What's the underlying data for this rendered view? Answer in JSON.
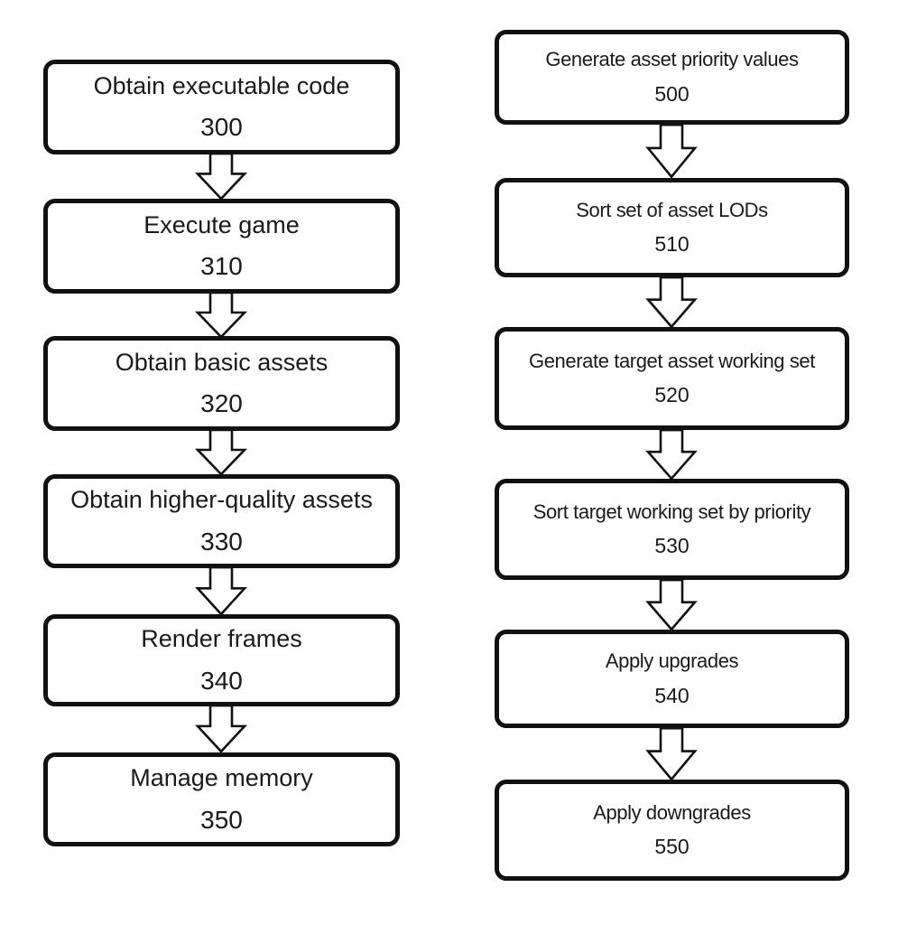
{
  "figure": {
    "type": "flowchart",
    "background_color": "#ffffff",
    "box_fill_color": "#ffffff",
    "box_border_color": "#111111",
    "text_color": "#1a1a1a",
    "arrow_style": "outlined-block-down-arrow",
    "columns": {
      "left": {
        "steps": [
          {
            "label": "Obtain executable code",
            "ref": "300"
          },
          {
            "label": "Execute game",
            "ref": "310"
          },
          {
            "label": "Obtain basic assets",
            "ref": "320"
          },
          {
            "label": "Obtain higher-quality assets",
            "ref": "330"
          },
          {
            "label": "Render frames",
            "ref": "340"
          },
          {
            "label": "Manage memory",
            "ref": "350"
          }
        ]
      },
      "right": {
        "steps": [
          {
            "label": "Generate asset priority values",
            "ref": "500"
          },
          {
            "label": "Sort set of asset LODs",
            "ref": "510"
          },
          {
            "label": "Generate target asset working set",
            "ref": "520"
          },
          {
            "label": "Sort target working set by priority",
            "ref": "530"
          },
          {
            "label": "Apply upgrades",
            "ref": "540"
          },
          {
            "label": "Apply downgrades",
            "ref": "550"
          }
        ]
      }
    }
  }
}
